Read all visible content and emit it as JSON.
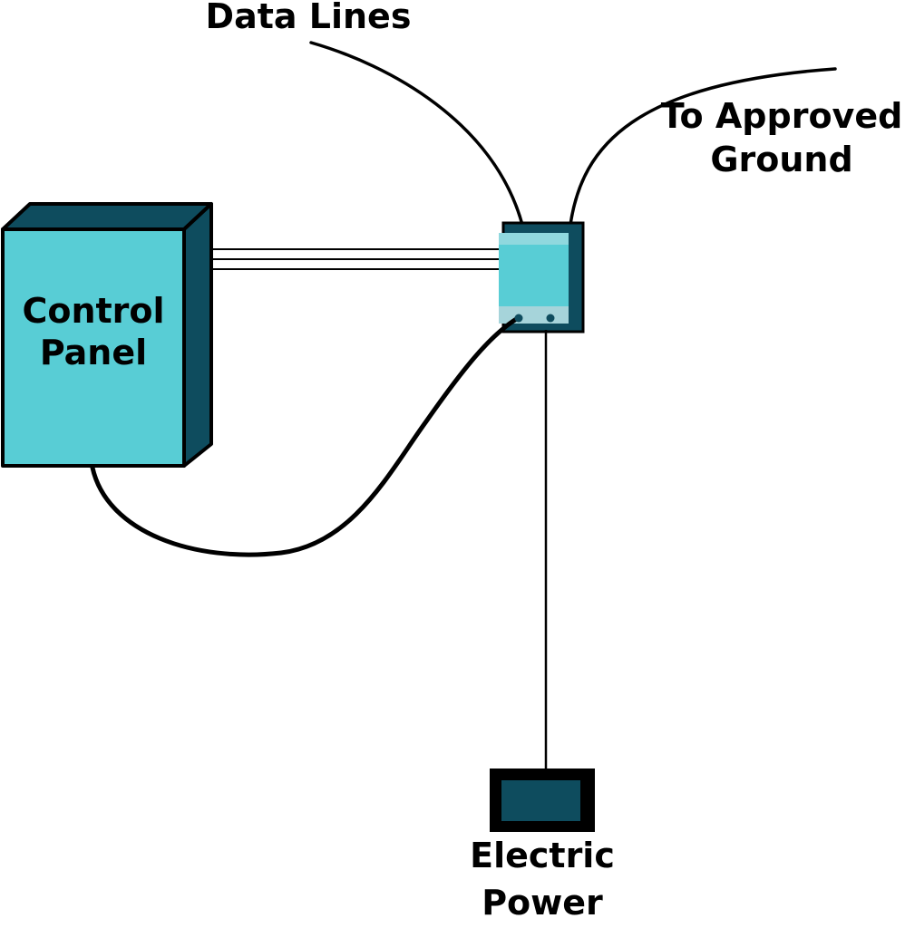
{
  "labels": {
    "data_lines": "Data Lines",
    "ground_line1": "To Approved",
    "ground_line2": "Ground",
    "control_panel_line1": "Control",
    "control_panel_line2": "Panel",
    "electric_power_line1": "Electric",
    "electric_power_line2": "Power"
  },
  "colors": {
    "background": "#FFFFFF",
    "line": "#000000",
    "teal_light": "#58CDD5",
    "teal_dark": "#0E4C5E",
    "band_top": "#90D8DE",
    "band_bottom": "#A6D4DA",
    "terminal_dot": "#0E4C5E",
    "power_inner": "#0E4C5E",
    "power_frame": "#000000"
  },
  "components": {
    "control_panel": {
      "label": "Control Panel"
    },
    "protector_box": {
      "label": ""
    },
    "electric_power": {
      "label": "Electric Power"
    }
  },
  "connections": {
    "data_lines": {
      "label": "Data Lines",
      "count": 3
    },
    "ground": {
      "label": "To Approved Ground"
    },
    "power": {
      "label": "Electric Power"
    }
  }
}
